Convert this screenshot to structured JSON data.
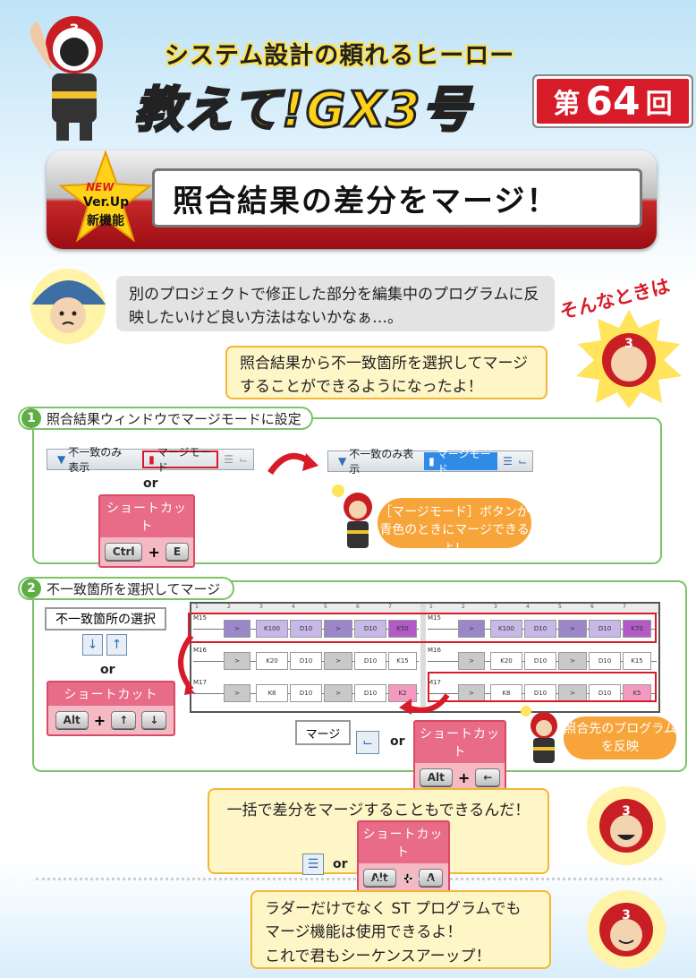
{
  "header": {
    "series": "システム設計の頼れるヒーロー",
    "title": "教えて!GX3号",
    "episode_prefix": "第",
    "episode_num": "64",
    "episode_suffix": "回"
  },
  "feature": {
    "badge_new": "NEW",
    "badge_ver": "Ver.Up",
    "badge_shin": "新機能",
    "title": "照合結果の差分をマージ！"
  },
  "dialog": {
    "question": "別のプロジェクトで修正した部分を編集中のプログラムに反映したいけど良い方法はないかなぁ…。",
    "sonna_toki": "そんなときは",
    "answer": "照合結果から不一致箇所を選択してマージすることができるようになったよ！"
  },
  "step1": {
    "num": "1",
    "label": "照合結果ウィンドウでマージモードに設定",
    "toolbar_mismatch": "不一致のみ表示",
    "toolbar_merge_mode": "マージモード",
    "or": "or",
    "shortcut_title": "ショートカット",
    "key1": "Ctrl",
    "plus": "+",
    "key2": "E",
    "tip": "［マージモード］ボタンが青色のときにマージできるよ！"
  },
  "step2": {
    "num": "2",
    "label": "不一致箇所を選択してマージ",
    "select_label": "不一致箇所の選択",
    "or": "or",
    "shortcut_title": "ショートカット",
    "key_alt": "Alt",
    "plus": "+",
    "key_up": "↑",
    "key_down": "↓",
    "merge_label": "マージ",
    "merge_or": "or",
    "merge_shortcut_title": "ショートカット",
    "merge_key_alt": "Alt",
    "merge_key_left": "←",
    "tip": "照合先のプログラムを反映",
    "ladder_left": {
      "rows": [
        {
          "label": "M15",
          "cells": [
            ">",
            "K100",
            "D10",
            ">",
            "D10",
            "K50"
          ]
        },
        {
          "label": "M16",
          "cells": [
            ">",
            "K20",
            "D10",
            ">",
            "D10",
            "K15"
          ]
        },
        {
          "label": "M17",
          "cells": [
            ">",
            "K8",
            "D10",
            ">",
            "D10",
            "K2"
          ]
        }
      ]
    },
    "ladder_right": {
      "rows": [
        {
          "label": "M15",
          "cells": [
            ">",
            "K100",
            "D10",
            ">",
            "D10",
            "K70"
          ]
        },
        {
          "label": "M16",
          "cells": [
            ">",
            "K20",
            "D10",
            ">",
            "D10",
            "K15"
          ]
        },
        {
          "label": "M17",
          "cells": [
            ">",
            "K8",
            "D10",
            ">",
            "D10",
            "K5"
          ]
        }
      ]
    },
    "column_numbers": [
      "1",
      "2",
      "3",
      "4",
      "5",
      "6",
      "7"
    ]
  },
  "bulk": {
    "text": "一括で差分をマージすることもできるんだ！",
    "or": "or",
    "shortcut_title": "ショートカット",
    "key_alt": "Alt",
    "plus": "+",
    "key_a": "A"
  },
  "closing": {
    "line1": "ラダーだけでなく ST プログラムでも",
    "line2": "マージ機能は使用できるよ！",
    "line3": "これで君もシーケンスアーップ！"
  },
  "colors": {
    "accent_red": "#d81b29",
    "step_green": "#5fae45",
    "shortcut_pink": "#e86b88",
    "tip_orange": "#f7a43a",
    "merge_blue": "#2f8be6",
    "mismatch_purple": "#b99ae0"
  }
}
